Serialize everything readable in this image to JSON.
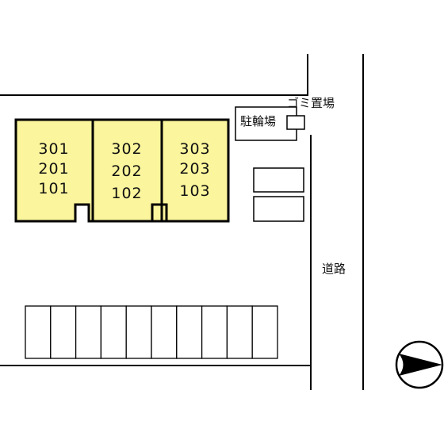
{
  "colors": {
    "building_fill": "#fbf59d",
    "line": "#000000",
    "background": "#ffffff"
  },
  "buildings": [
    {
      "units": [
        "301",
        "201",
        "101"
      ]
    },
    {
      "units": [
        "302",
        "202",
        "102"
      ]
    },
    {
      "units": [
        "303",
        "203",
        "103"
      ]
    }
  ],
  "labels": {
    "bicycle_parking": "駐輪場",
    "garbage": "ゴミ置場",
    "road": "道路"
  },
  "parking": {
    "space_count": 10
  },
  "compass_icon": "north-arrow-icon"
}
